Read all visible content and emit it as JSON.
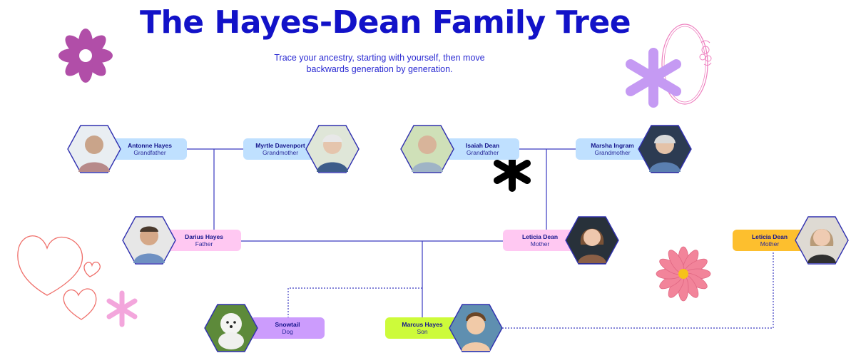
{
  "title": "The Hayes-Dean Family Tree",
  "subtitle_line1": "Trace your ancestry, starting with yourself, then move",
  "subtitle_line2": "backwards generation by generation.",
  "colors": {
    "title": "#1212c8",
    "line": "#3a3ac0",
    "label_blue": "#bfe0ff",
    "label_pink": "#ffc8f2",
    "label_gold": "#fdbf2e",
    "label_lilac": "#cc9cfd",
    "label_lime": "#cdfb3a"
  },
  "members": {
    "antonne": {
      "name": "Antonne Hayes",
      "role": "Grandfather"
    },
    "myrtle": {
      "name": "Myrtle Davenport",
      "role": "Grandmother"
    },
    "isaiah": {
      "name": "Isaiah Dean",
      "role": "Grandfather"
    },
    "marsha": {
      "name": "Marsha Ingram",
      "role": "Grandmother"
    },
    "darius": {
      "name": "Darius Hayes",
      "role": "Father"
    },
    "leticia": {
      "name": "Leticia Dean",
      "role": "Mother"
    },
    "leticia2": {
      "name": "Leticia Dean",
      "role": "Mother"
    },
    "snowtail": {
      "name": "Snowtail",
      "role": "Dog"
    },
    "marcus": {
      "name": "Marcus Hayes",
      "role": "Son"
    }
  },
  "icons": [
    "purple-flower-icon",
    "lilac-asterisk-icon",
    "floral-oval-frame-icon",
    "black-asterisk-icon",
    "outline-hearts-icon",
    "pink-asterisk-icon",
    "pink-daisy-icon",
    "portrait-photo"
  ]
}
